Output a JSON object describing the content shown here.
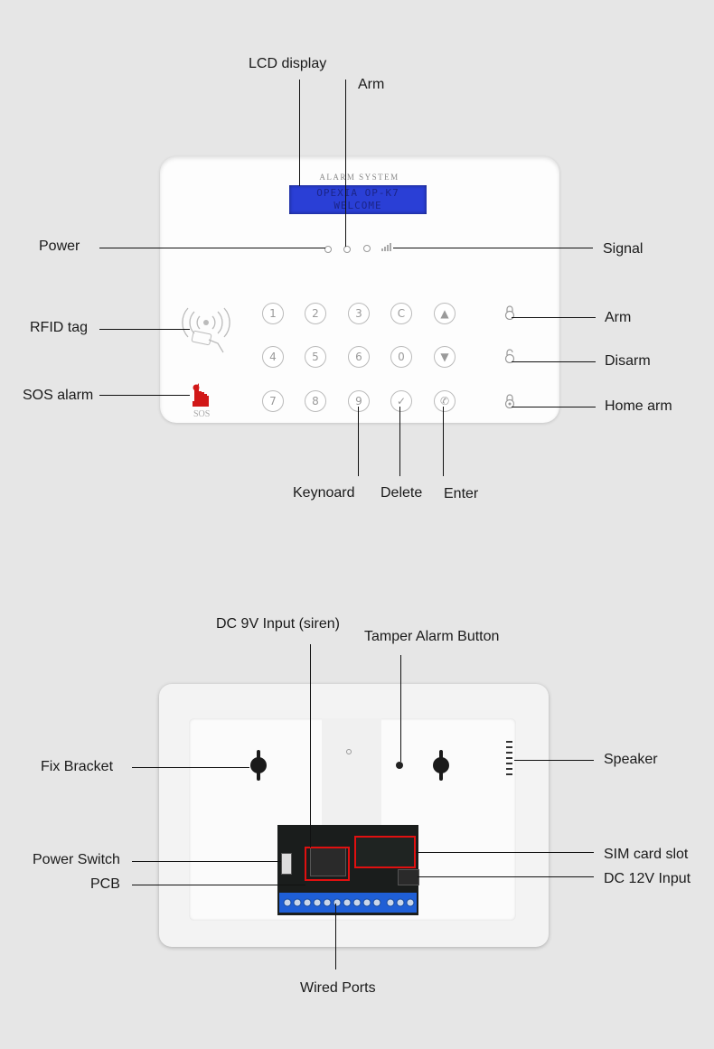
{
  "front": {
    "lcd_title": "ALARM SYSTEM",
    "lcd_line1": "OPEXIA OP-K7",
    "lcd_line2": "WELCOME",
    "keys": [
      "1",
      "2",
      "3",
      "C",
      "▲",
      "4",
      "5",
      "6",
      "0",
      "▼",
      "7",
      "8",
      "9",
      "✓",
      "✆"
    ],
    "sos_text": "SOS"
  },
  "labels": {
    "lcd_display": "LCD display",
    "arm_top": "Arm",
    "power": "Power",
    "signal": "Signal",
    "rfid_tag": "RFID tag",
    "arm": "Arm",
    "disarm": "Disarm",
    "sos_alarm": "SOS alarm",
    "home_arm": "Home arm",
    "keyboard": "Keynoard",
    "delete": "Delete",
    "enter": "Enter",
    "dc9v": "DC 9V Input (siren)",
    "tamper": "Tamper Alarm Button",
    "fix_bracket": "Fix Bracket",
    "speaker": "Speaker",
    "power_switch": "Power Switch",
    "sim_slot": "SIM card slot",
    "pcb": "PCB",
    "dc12v": "DC 12V Input",
    "wired_ports": "Wired Ports"
  },
  "colors": {
    "background": "#e6e6e6",
    "lcd_blue": "#2a3fd6",
    "sos_red": "#d11818",
    "terminal_blue": "#1f5fd6",
    "highlight_red": "#e01010"
  }
}
